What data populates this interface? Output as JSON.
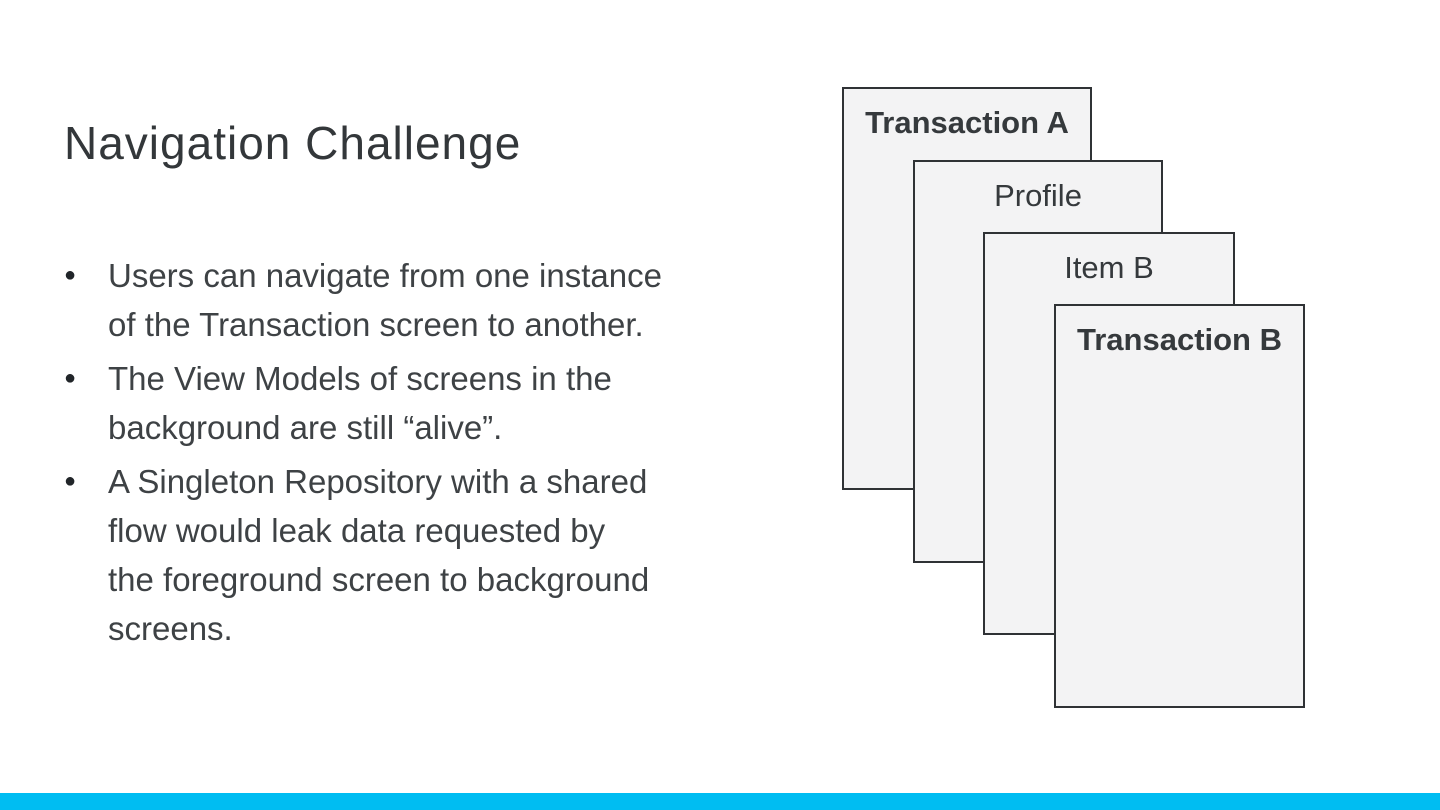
{
  "slide": {
    "title": "Navigation Challenge",
    "bullets": [
      {
        "text": "Users can navigate from one instance of the Transaction screen to another.",
        "lines": [
          "Users can navigate from one instance",
          "of the Transaction screen to another."
        ]
      },
      {
        "text": "The View Models of screens in the background are still “alive”.",
        "lines": [
          "The View Models of screens in the",
          "background are still “alive”."
        ]
      },
      {
        "text": "A Singleton Repository with a shared flow would leak data requested by the foreground screen to background screens.",
        "lines": [
          "A Singleton Repository with a shared",
          "flow would leak data requested by",
          "the foreground screen to background",
          "screens."
        ]
      }
    ],
    "bullet_glyph": "●",
    "accent_bar_color": "#00bdf2",
    "text_color": "#3e4245",
    "title_color": "#33373a"
  },
  "diagram": {
    "description": "overlapping screen stack",
    "card_fill": "#f3f3f4",
    "card_border": "#2f3235",
    "cards": [
      {
        "label": "Transaction A",
        "emphasis": true
      },
      {
        "label": "Profile",
        "emphasis": false
      },
      {
        "label": "Item B",
        "emphasis": false
      },
      {
        "label": "Transaction B",
        "emphasis": true
      }
    ]
  }
}
